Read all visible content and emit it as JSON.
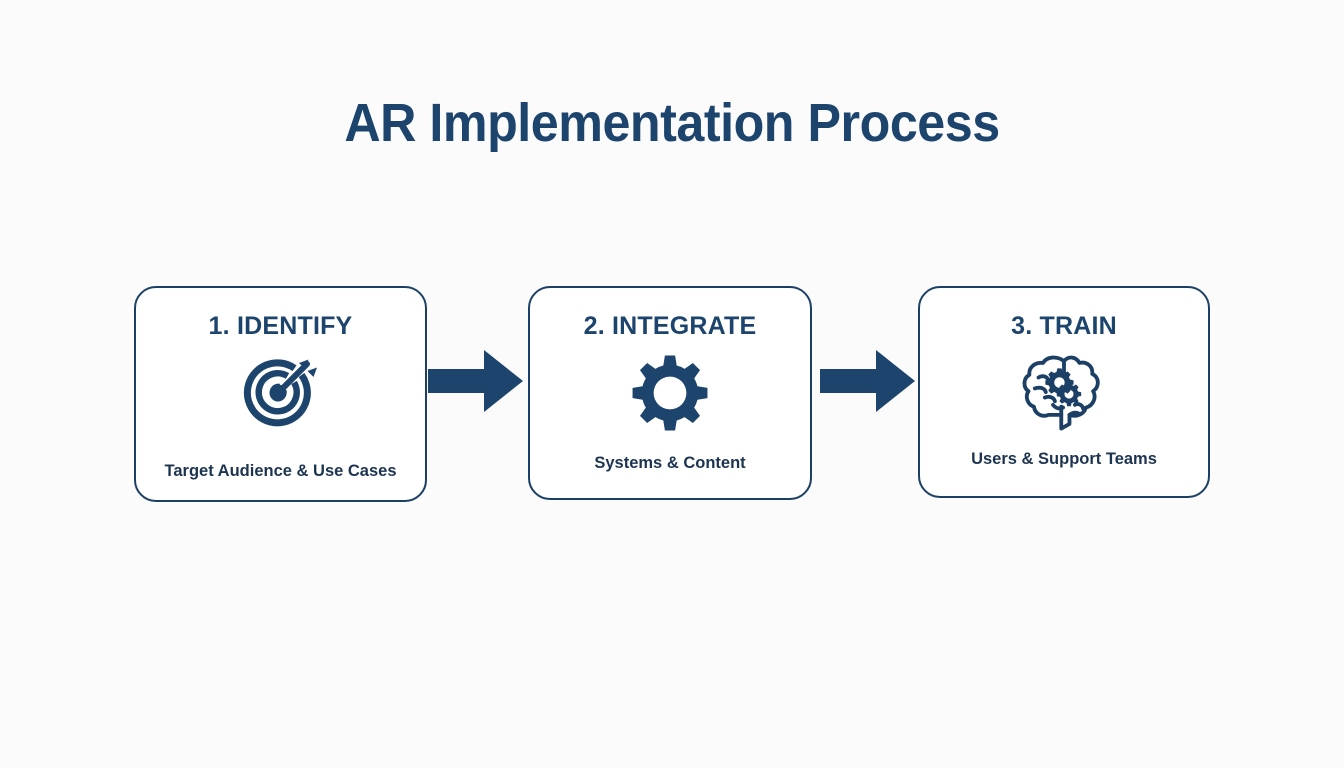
{
  "slide": {
    "title": "AR Implementation Process",
    "background_color": "#fbfbfc",
    "accent_color": "#1c446c",
    "border_color": "#1c3f66",
    "text_color": "#1d3450"
  },
  "steps": [
    {
      "heading": "1. IDENTIFY",
      "icon": "target-icon",
      "caption": "Target Audience & Use Cases"
    },
    {
      "heading": "2. INTEGRATE",
      "icon": "gear-icon",
      "caption": "Systems & Content"
    },
    {
      "heading": "3. TRAIN",
      "icon": "brain-gears-icon",
      "caption": "Users & Support Teams"
    }
  ],
  "connectors": [
    {
      "name": "arrow-right-icon"
    },
    {
      "name": "arrow-right-icon"
    }
  ]
}
